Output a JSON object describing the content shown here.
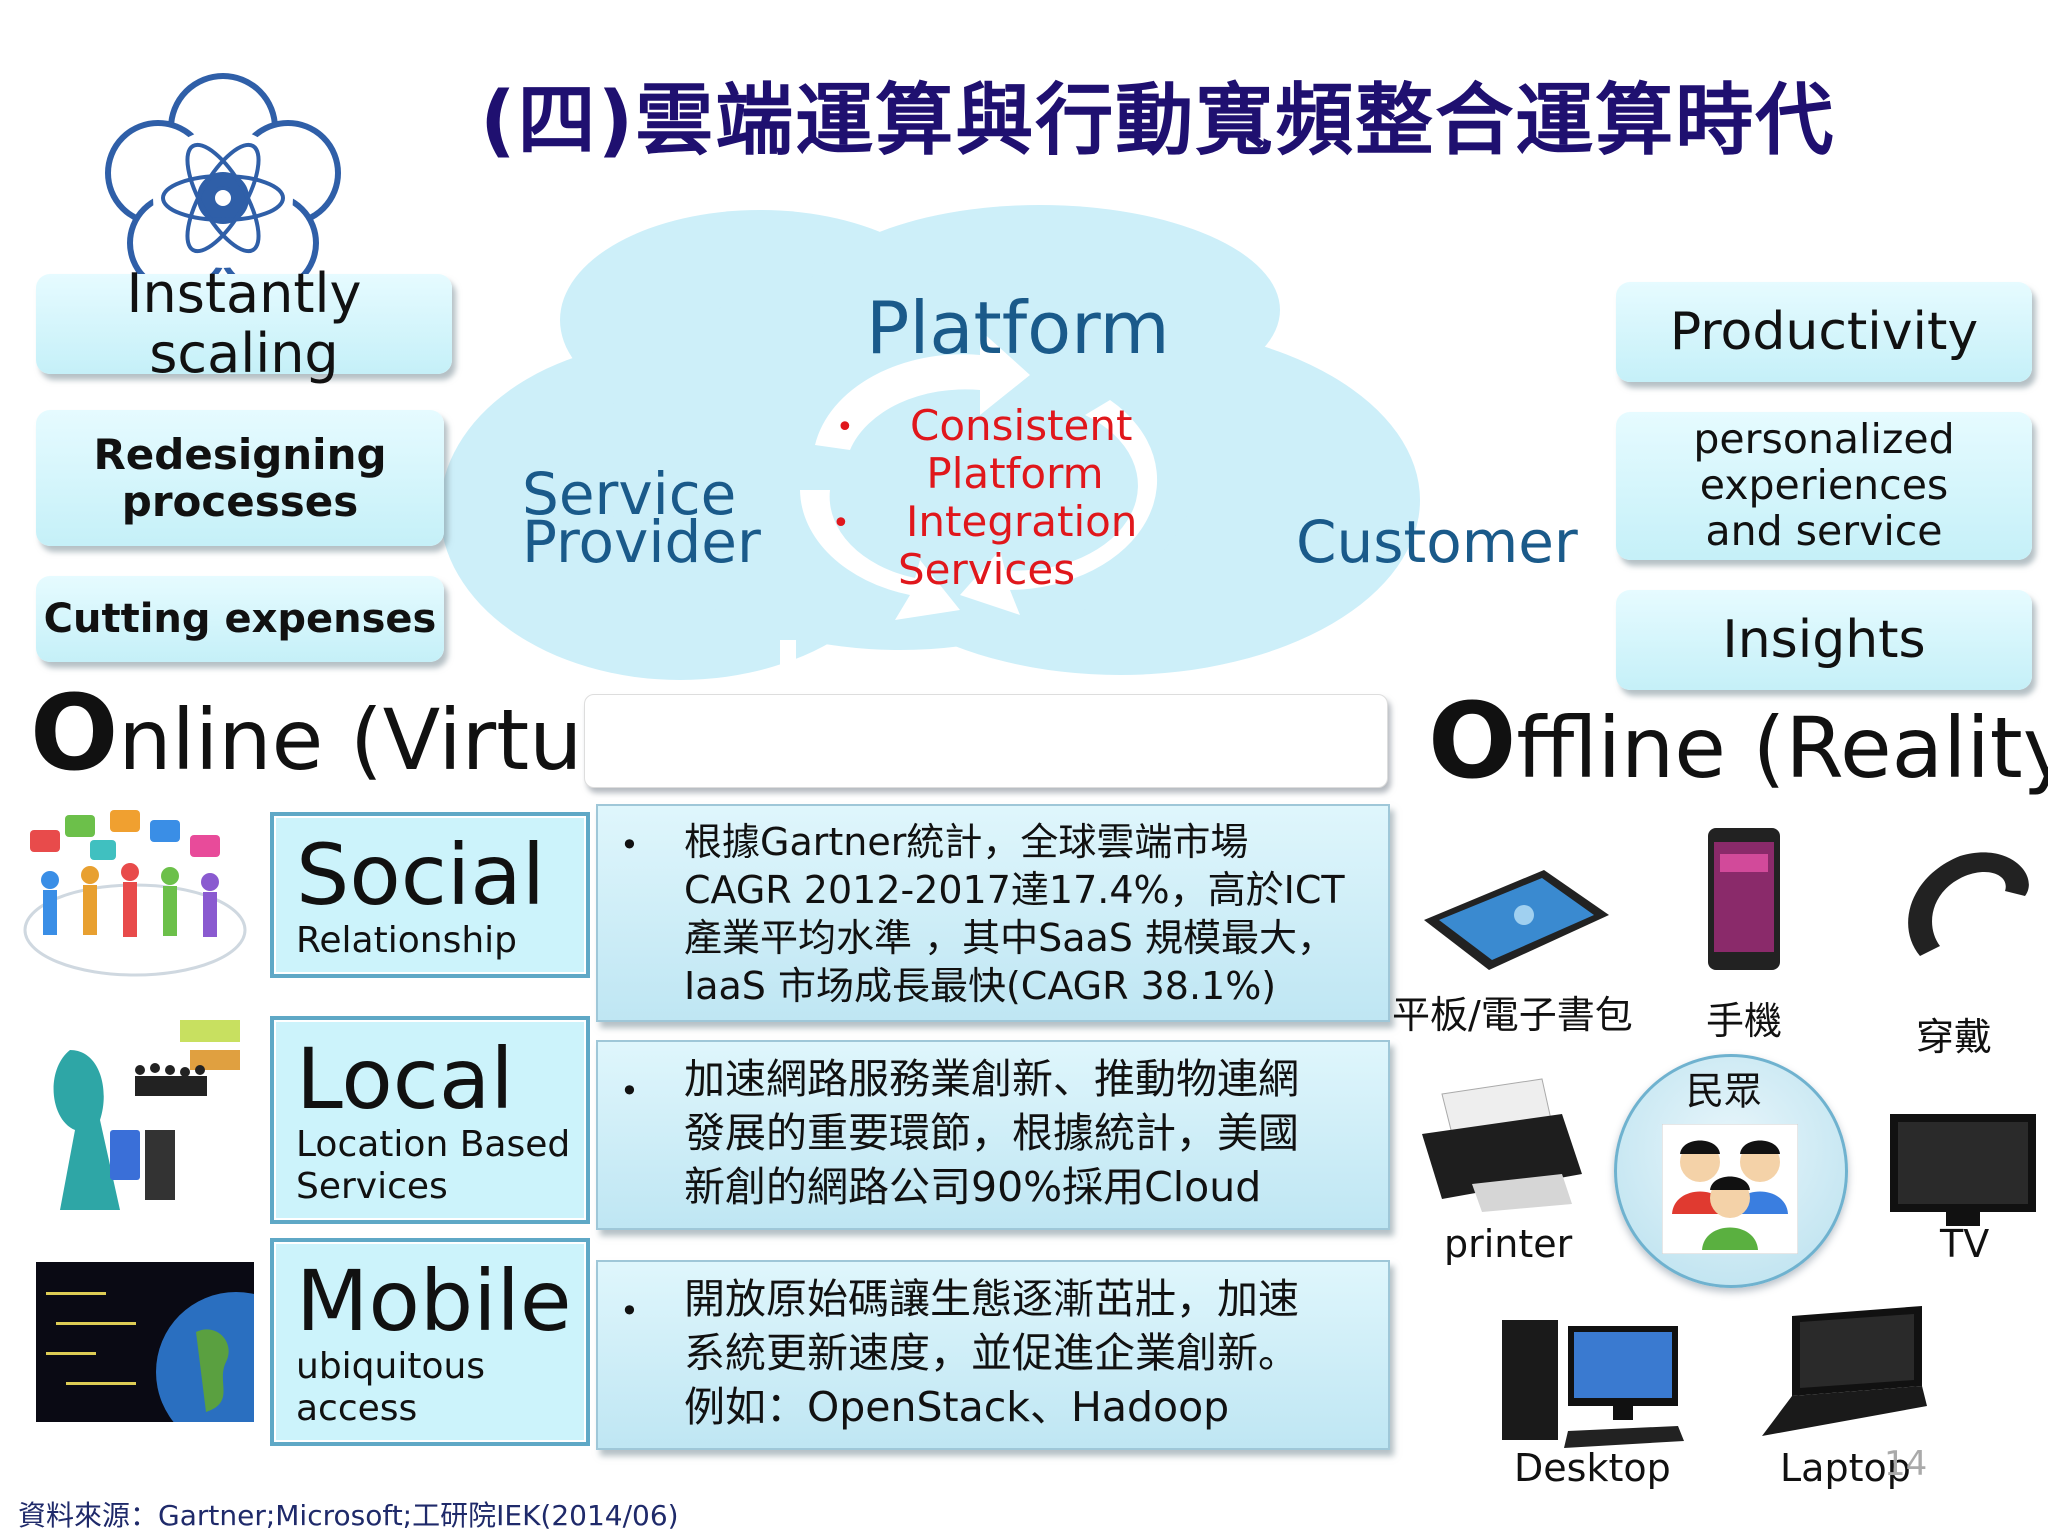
{
  "title": "(四)雲端運算與行動寬頻整合運算時代",
  "left_boxes": [
    "Instantly scaling",
    "Redesigning processes",
    "Cutting expenses"
  ],
  "right_boxes": [
    "Productivity",
    "personalized experiences and service",
    "Insights"
  ],
  "cloud": {
    "platform": "Platform",
    "service_provider_1": "Service",
    "service_provider_2": "Provider",
    "customer": "Customer",
    "center_items": [
      "Consistent",
      "Platform",
      "Integration",
      "Services"
    ]
  },
  "online_heading_cap": "O",
  "online_heading_rest": "nline (Virtual)",
  "offline_heading_cap": "O",
  "offline_heading_rest": "ffline (Reality)",
  "categories": [
    {
      "big": "Social",
      "small": "Relationship"
    },
    {
      "big": "Local",
      "small": "Location Based Services"
    },
    {
      "big": "Mobile",
      "small": "ubiquitous access"
    }
  ],
  "stats": [
    [
      "根據Gartner統計，全球雲端市場",
      "CAGR 2012-2017達17.4%，高於ICT",
      "產業平均水準 ，其中SaaS 規模最大，",
      "IaaS 市场成長最快(CAGR 38.1%)"
    ],
    [
      "加速網路服務業創新、推動物連網",
      "發展的重要環節，根據統計，美國",
      "新創的網路公司90%採用Cloud"
    ],
    [
      "開放原始碼讓生態逐漸茁壯，加速",
      "系統更新速度，並促進企業創新。",
      "例如：OpenStack、Hadoop"
    ]
  ],
  "devices": {
    "tablet": "平板/電子書包",
    "phone": "手機",
    "wearable": "穿戴",
    "people": "民眾",
    "printer": "printer",
    "tv": "TV",
    "desktop": "Desktop",
    "laptop": "Laptop"
  },
  "source": "資料來源：Gartner;Microsoft;工研院IEK(2014/06)",
  "page_number": "14"
}
